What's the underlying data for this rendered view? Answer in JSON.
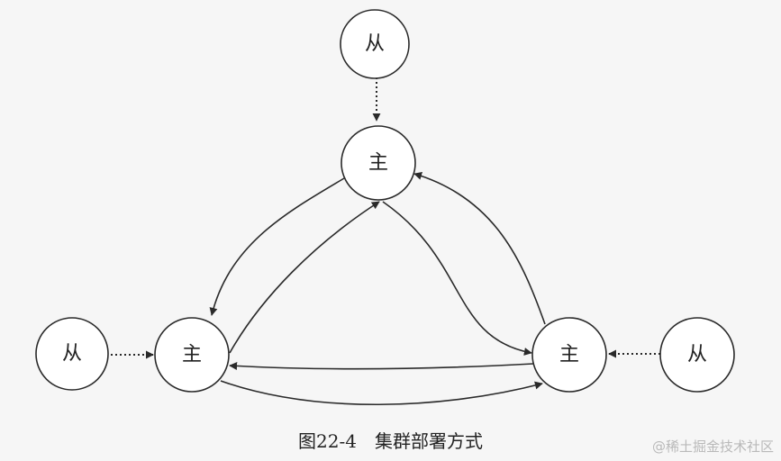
{
  "nodes": {
    "slave_top": "从",
    "master_top": "主",
    "master_left": "主",
    "master_right": "主",
    "slave_left": "从",
    "slave_right": "从"
  },
  "caption": "图22-4　集群部署方式",
  "watermark": "@稀土掘金技术社区",
  "colors": {
    "background": "#f6f6f6",
    "stroke": "#2a2a2a",
    "node_fill": "#ffffff"
  }
}
